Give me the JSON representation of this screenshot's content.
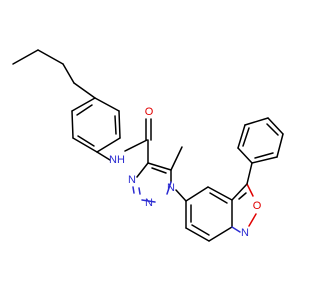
{
  "molecule": {
    "colors": {
      "carbon_bond": "#000000",
      "nitrogen": "#2b2bd1",
      "oxygen": "#e00000",
      "background": "#ffffff"
    },
    "atom_labels": {
      "amide_nh": "NH",
      "amide_o": "O",
      "triazole_n1": "N",
      "triazole_n2": "N",
      "triazole_n3": "N",
      "isoxazole_o": "O",
      "isoxazole_n": "N"
    }
  }
}
